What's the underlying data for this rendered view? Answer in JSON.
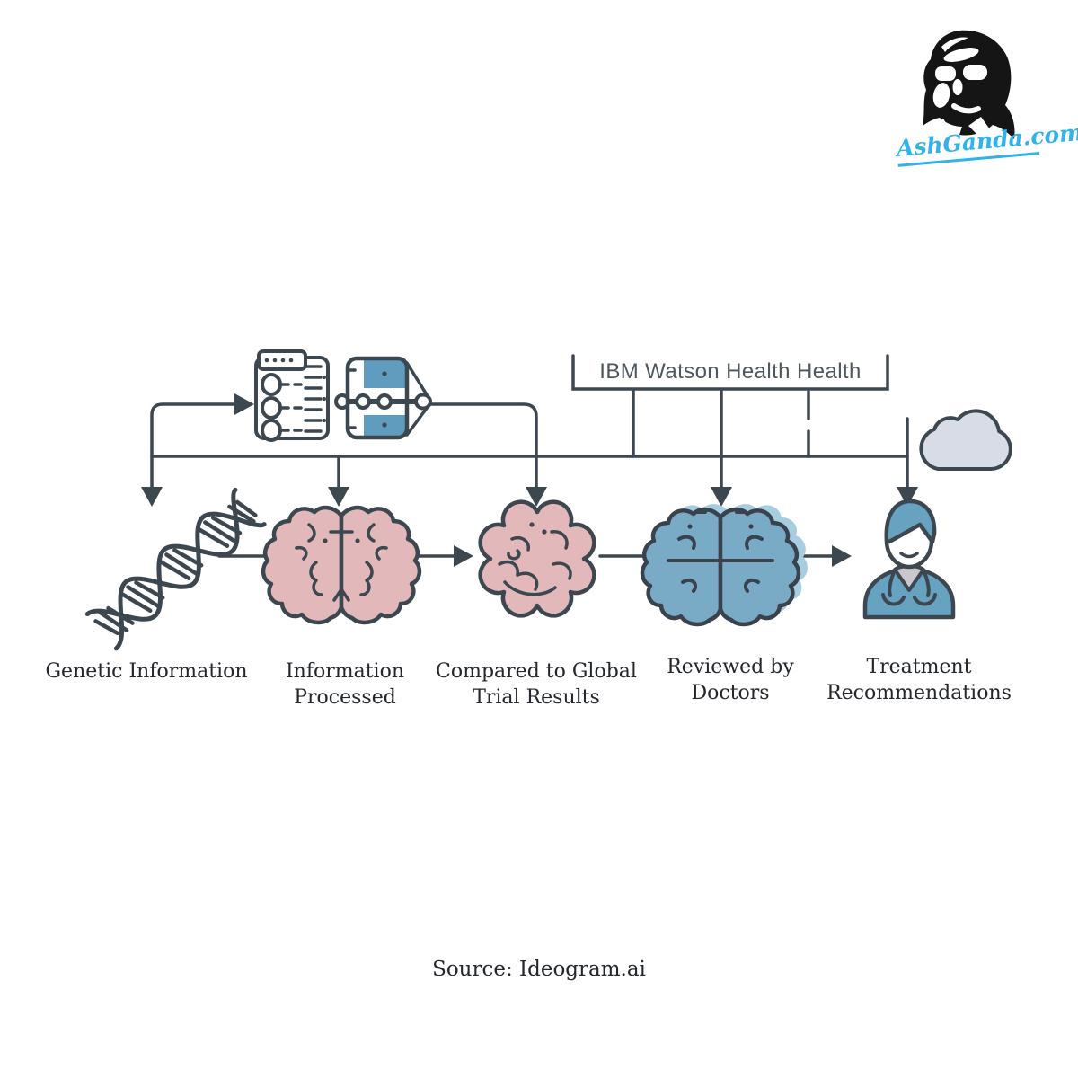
{
  "branding": {
    "site_text": "AshGanda.com",
    "accent_color": "#2fb3ea",
    "portrait": "stencil-man-with-glasses"
  },
  "diagram": {
    "system_label": "IBM Watson Health Health",
    "steps": [
      {
        "label": "Genetic Information",
        "icon": "dna-helix-icon"
      },
      {
        "label": "Information Processed",
        "icon": "brain-top-view-icon"
      },
      {
        "label": "Compared to Global Trial Results",
        "icon": "brain-side-view-icon"
      },
      {
        "label": "Reviewed by Doctors",
        "icon": "brain-quadrants-icon"
      },
      {
        "label": "Treatment Recommendations",
        "icon": "doctor-icon"
      }
    ],
    "auxiliary_icons": [
      "report-list-icon",
      "dna-sequencer-icon",
      "cloud-icon"
    ],
    "colors": {
      "stroke": "#3d4750",
      "pink_fill": "#e2b8ba",
      "blue_fill": "#67a3c1",
      "light_blue_fill": "#a6cde0",
      "cloud_fill": "#d8dce7",
      "label_text": "#23262b",
      "system_label_text": "#4e565e"
    }
  },
  "source": {
    "text": "Source: Ideogram.ai"
  }
}
